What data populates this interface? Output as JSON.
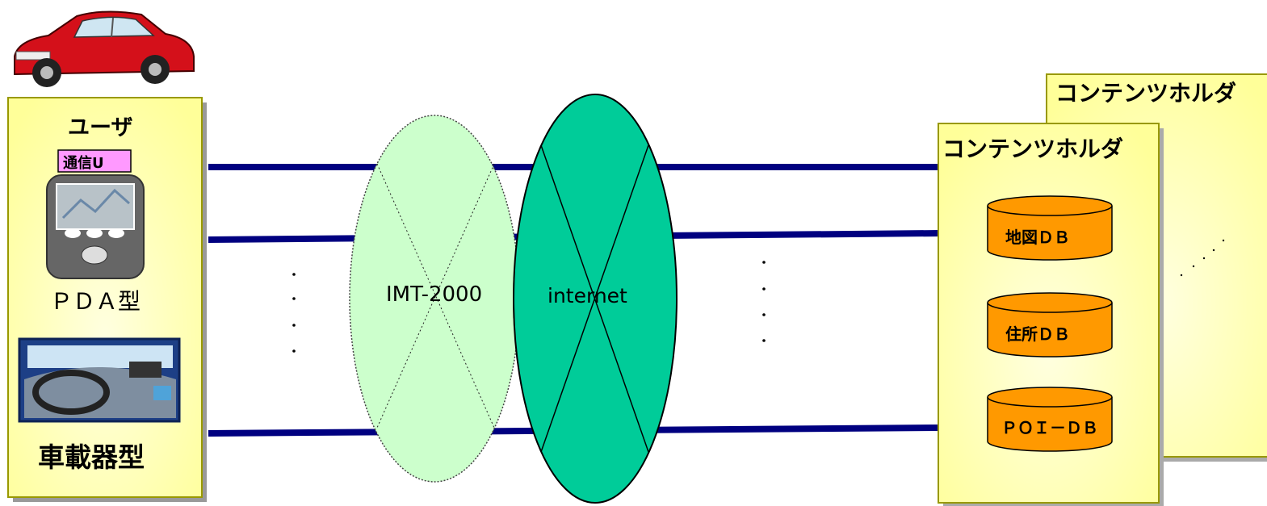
{
  "user_panel": {
    "title": "ユーザ",
    "comm_badge": "通信U",
    "pda_label": "ＰＤＡ型",
    "car_label": "車載器型"
  },
  "networks": {
    "imt_label": "IMT-2000",
    "internet_label": "internet"
  },
  "content_holder_back": {
    "title": "コンテンツホルダ"
  },
  "content_holder_front": {
    "title": "コンテンツホルダ",
    "databases": [
      "地図ＤＢ",
      "住所ＤＢ",
      "ＰＯＩ－ＤＢ"
    ]
  },
  "colors": {
    "panel_fill": "#ffffa0",
    "panel_border": "#999900",
    "link_line": "#000080",
    "imt_fill": "#ccffcc",
    "internet_fill": "#00cc99",
    "db_fill": "#ff9900",
    "badge_fill": "#ff99ff"
  },
  "icons": [
    "car-icon",
    "pda-device-icon",
    "car-dashboard-icon"
  ]
}
